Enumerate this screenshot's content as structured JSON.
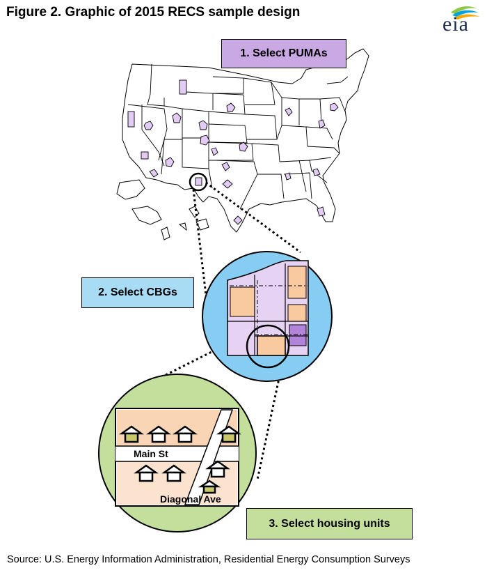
{
  "title": "Figure 2. Graphic of 2015 RECS sample design",
  "logo": {
    "text": "eia"
  },
  "steps": {
    "step1": "1. Select PUMAs",
    "step2": "2. Select CBGs",
    "step3": "3. Select housing units"
  },
  "streets": {
    "main": "Main St",
    "diagonal": "Diagonal Ave"
  },
  "source": "Source: U.S. Energy Information Administration, Residential Energy Consumption Surveys",
  "colors": {
    "puma": "#c9a8e4",
    "cbg_bg": "#87cdf3",
    "hu_bg": "#c4df9b",
    "peach": "#f9c9a0",
    "lavender": "#e6d2f3",
    "highlight_house": "#c9c96a"
  }
}
